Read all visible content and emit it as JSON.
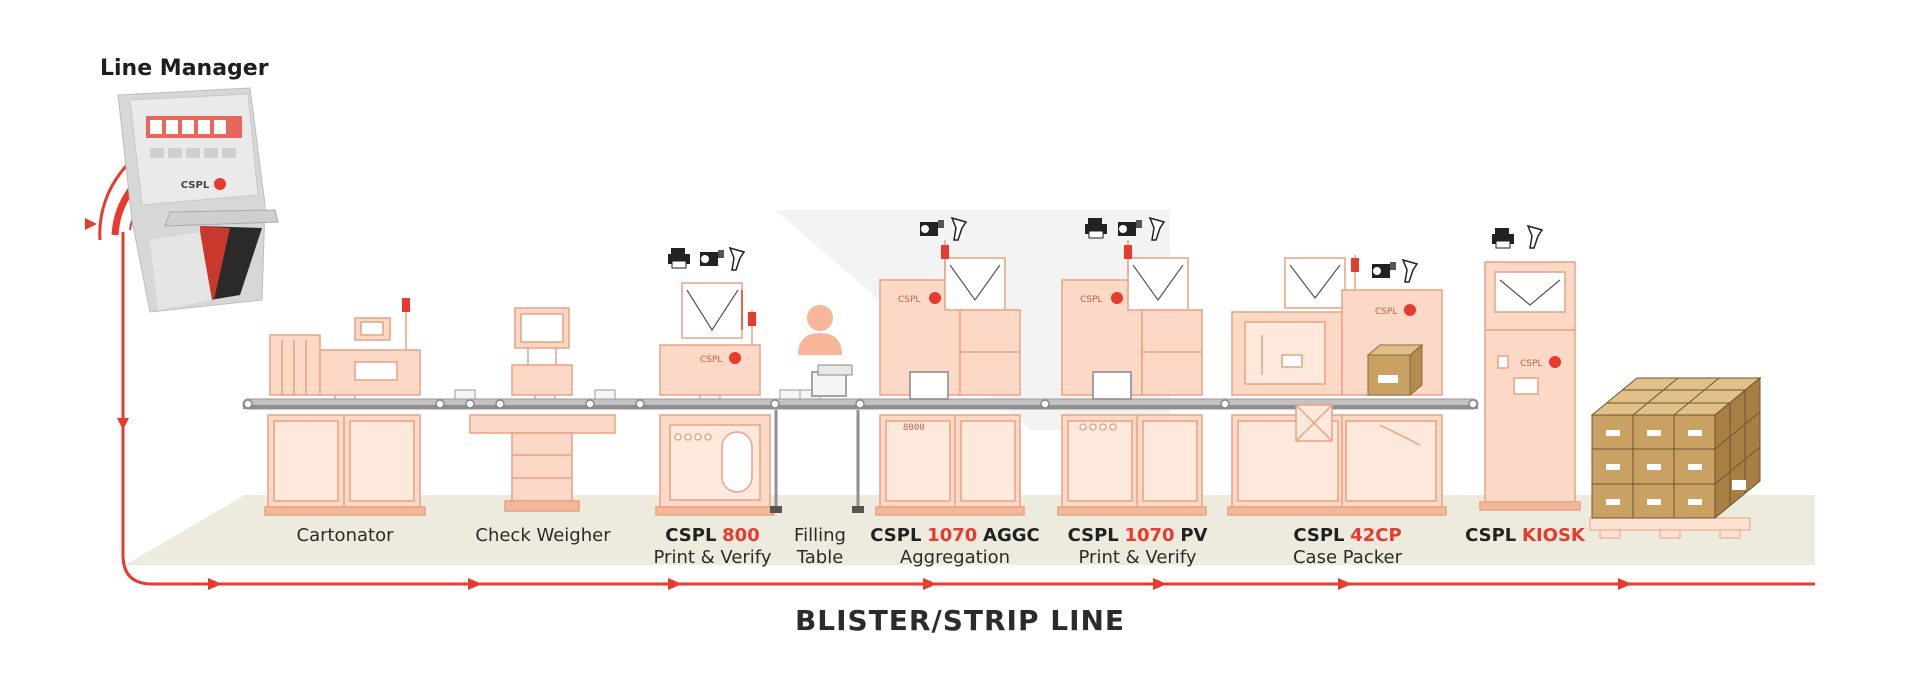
{
  "line_manager": {
    "title": "Line Manager",
    "kiosk_brand": "CSPL"
  },
  "line_title": "BLISTER/STRIP LINE",
  "brand": "CSPL",
  "stations": [
    {
      "id": "cartonator",
      "name_plain": "Cartonator"
    },
    {
      "id": "check-weigher",
      "name_plain": "Check Weigher"
    },
    {
      "id": "cspl-800",
      "brand": "CSPL",
      "model": "800",
      "suffix": "",
      "subtitle": "Print & Verify"
    },
    {
      "id": "filling-table",
      "line1": "Filling",
      "line2": "Table"
    },
    {
      "id": "cspl-1070-aggc",
      "brand": "CSPL",
      "model": "1070",
      "suffix": "AGGC",
      "subtitle": "Aggregation"
    },
    {
      "id": "cspl-1070-pv",
      "brand": "CSPL",
      "model": "1070",
      "suffix": "PV",
      "subtitle": "Print & Verify"
    },
    {
      "id": "cspl-42cp",
      "brand": "CSPL",
      "model": "42CP",
      "suffix": "",
      "subtitle": "Case Packer"
    },
    {
      "id": "cspl-kiosk",
      "brand": "CSPL",
      "model": "KIOSK",
      "suffix": "",
      "subtitle": ""
    }
  ],
  "icons": [
    "printer-icon",
    "camera-icon",
    "barcode-scanner-icon",
    "operator-icon"
  ],
  "colors": {
    "accent_red": "#e63b2e",
    "machine_fill": "#fbd9c6",
    "machine_stroke": "#e9a283",
    "floor": "#ecebde",
    "conveyor": "#a9a9a9",
    "box": "#c9a163"
  }
}
